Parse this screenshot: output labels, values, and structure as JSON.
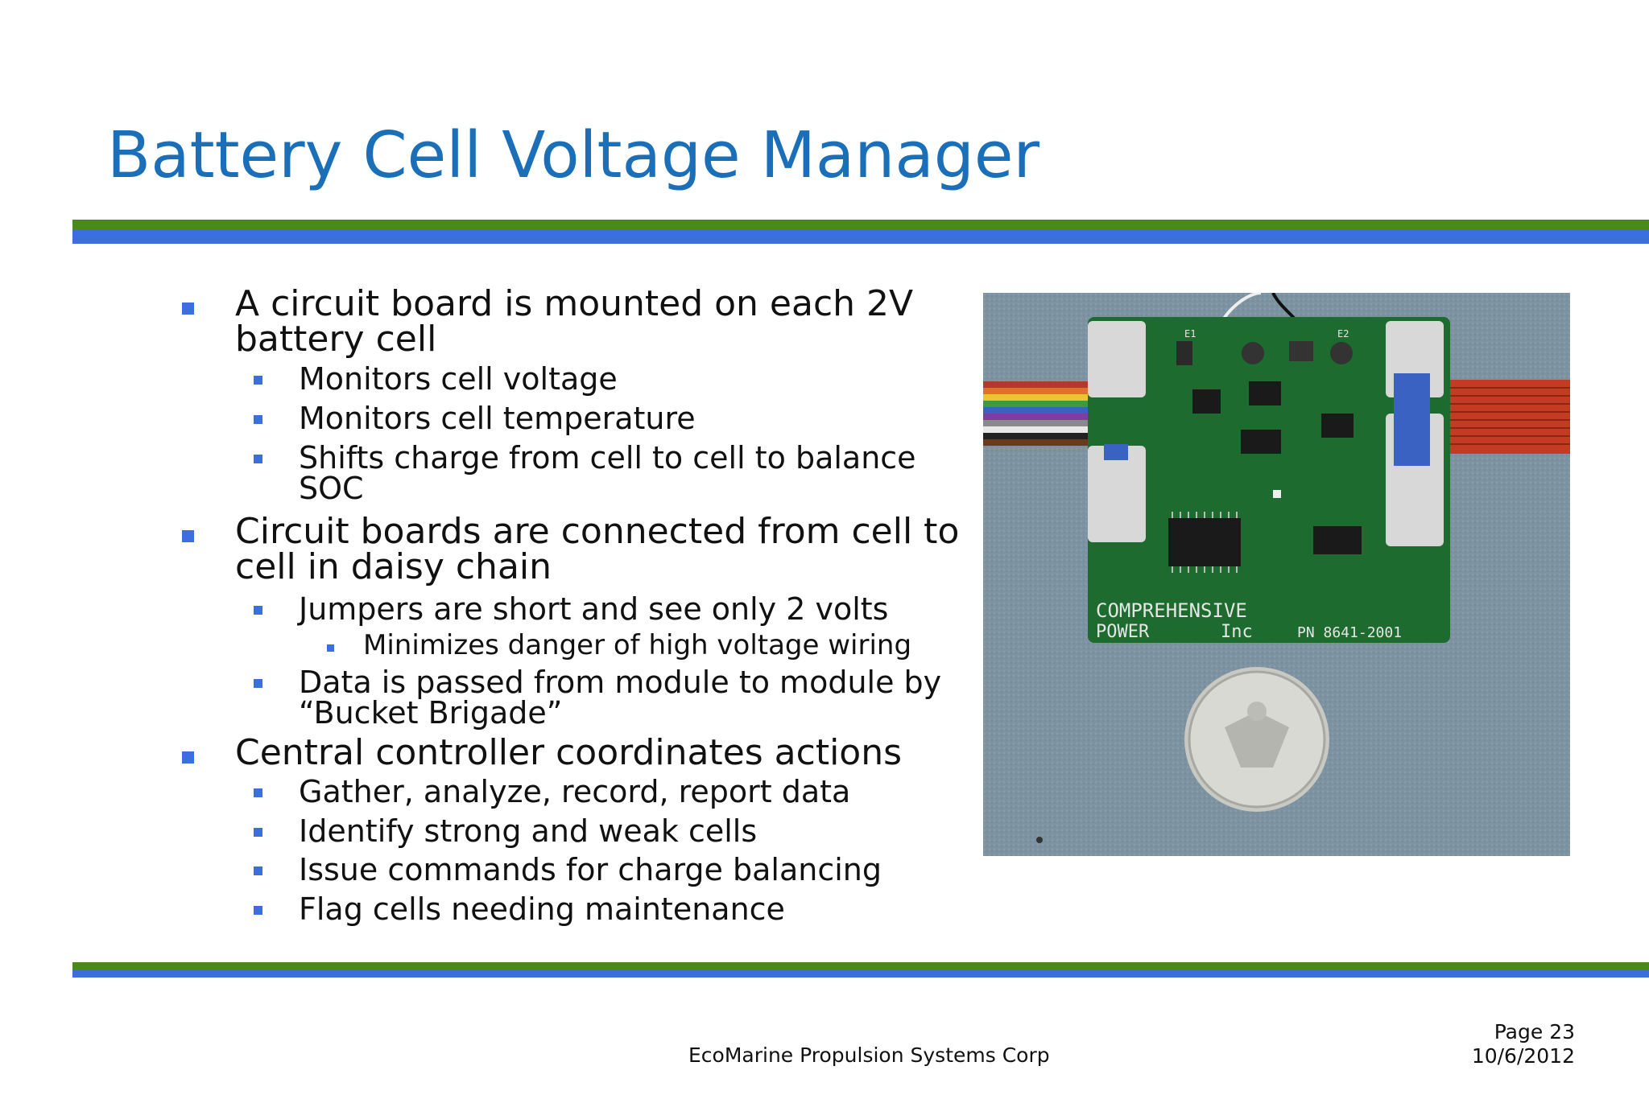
{
  "slide": {
    "title": "Battery Cell Voltage Manager"
  },
  "bullets": {
    "b1": "A circuit board is mounted on each 2V battery cell",
    "b1_1": "Monitors cell voltage",
    "b1_2": "Monitors cell temperature",
    "b1_3": "Shifts charge from cell to cell to balance SOC",
    "b2": "Circuit boards are connected from cell to cell in daisy chain",
    "b2_1": "Jumpers are short and see only 2 volts",
    "b2_1_1": "Minimizes danger of high voltage wiring",
    "b2_2": "Data is passed from module to module by “Bucket Brigade”",
    "b3": "Central controller coordinates actions",
    "b3_1": "Gather, analyze, record, report data",
    "b3_2": "Identify strong and weak cells",
    "b3_3": "Issue commands for charge balancing",
    "b3_4": "Flag cells needing maintenance"
  },
  "photo": {
    "board_text_line1": "COMPREHENSIVE",
    "board_text_line2_left": "POWER",
    "board_text_line2_mid": "Inc",
    "board_text_line2_right": "PN 8641-2001",
    "labels": [
      "E1",
      "E2"
    ]
  },
  "footer": {
    "company": "EcoMarine Propulsion Systems Corp",
    "page": "Page 23",
    "date": "10/6/2012"
  },
  "colors": {
    "title": "#1a6fb8",
    "rule_green": "#4a8a1c",
    "rule_blue": "#3b6fe0",
    "bullet": "#3b6fe0"
  }
}
